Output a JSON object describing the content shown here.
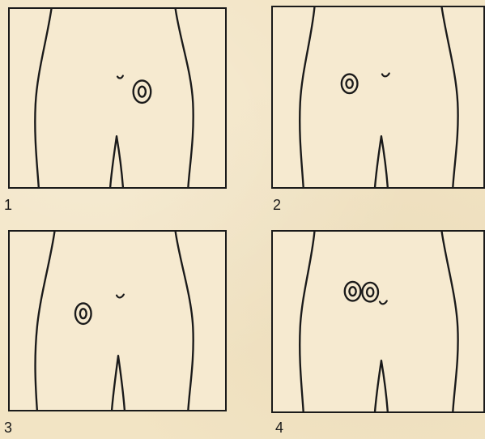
{
  "panels": [
    {
      "number": "1",
      "stoma_count": 1,
      "stoma_side": "right-of-navel"
    },
    {
      "number": "2",
      "stoma_count": 1,
      "stoma_side": "left-of-navel"
    },
    {
      "number": "3",
      "stoma_count": 1,
      "stoma_side": "left-below-navel"
    },
    {
      "number": "4",
      "stoma_count": 2,
      "stoma_side": "left-of-navel"
    }
  ],
  "colors": {
    "paper": "#f2e4c4",
    "ink": "#1a1a1a"
  }
}
